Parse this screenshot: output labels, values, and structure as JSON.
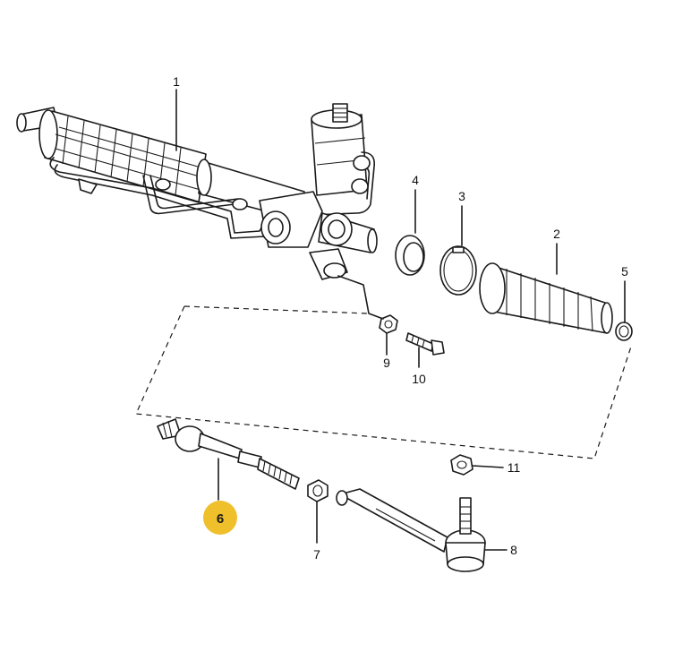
{
  "callouts": [
    {
      "id": "1",
      "label": "1"
    },
    {
      "id": "2",
      "label": "2"
    },
    {
      "id": "3",
      "label": "3"
    },
    {
      "id": "4",
      "label": "4"
    },
    {
      "id": "5",
      "label": "5"
    },
    {
      "id": "6",
      "label": "6",
      "highlighted": true
    },
    {
      "id": "7",
      "label": "7"
    },
    {
      "id": "8",
      "label": "8"
    },
    {
      "id": "9",
      "label": "9"
    },
    {
      "id": "10",
      "label": "10"
    },
    {
      "id": "11",
      "label": "11"
    }
  ],
  "colors": {
    "line": "#1a1a1a",
    "highlight": "#f0bf2c",
    "background": "#ffffff"
  }
}
